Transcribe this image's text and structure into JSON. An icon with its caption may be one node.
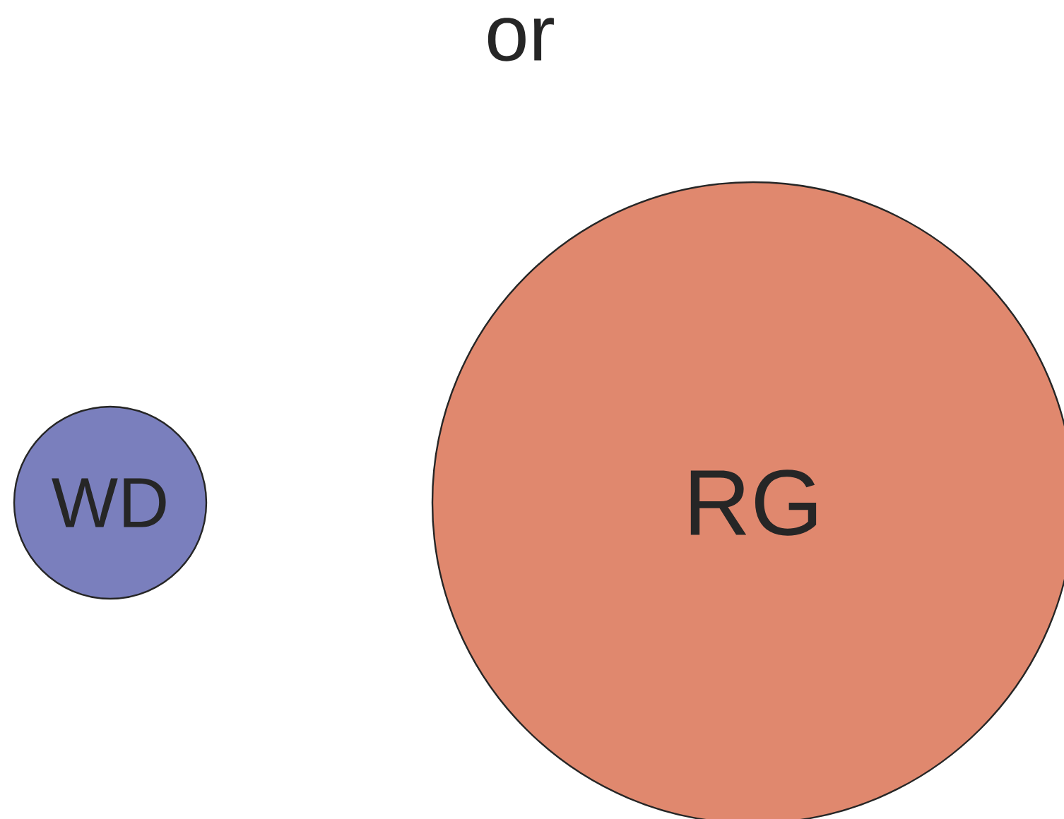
{
  "diagram": {
    "nodes": [
      {
        "text": [
          "WD"
        ]
      },
      {
        "text": [
          "RG"
        ]
      }
    ],
    "labels": [
      "or"
    ]
  }
}
